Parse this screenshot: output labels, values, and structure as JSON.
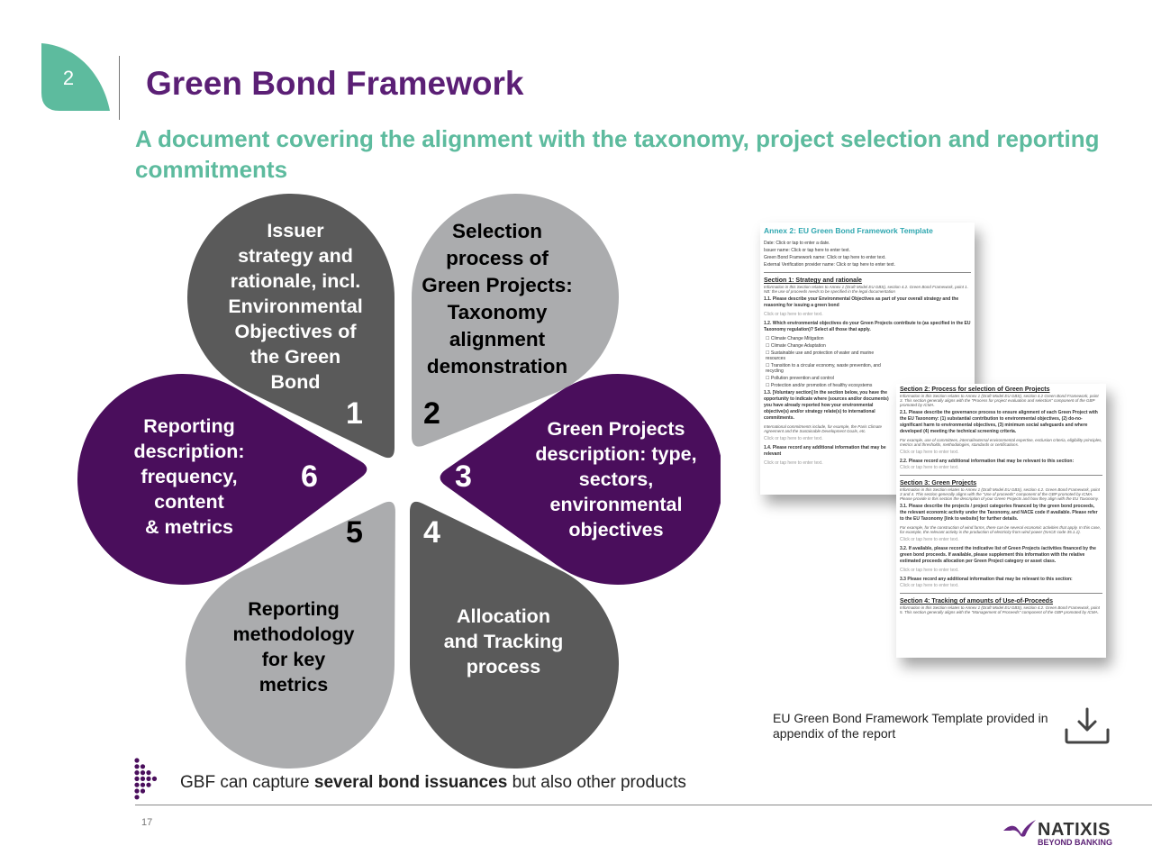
{
  "header": {
    "section_number": "2",
    "title": "Green Bond Framework",
    "subtitle": " A document covering the alignment with the taxonomy, project selection and reporting commitments"
  },
  "colors": {
    "green": "#5dbb9e",
    "purple": "#4a0e5c",
    "title_purple": "#5b1f75",
    "dark_grey": "#5a5a5a",
    "light_grey": "#abacae"
  },
  "petals": [
    {
      "number": "1",
      "text": "Issuer strategy and rationale, incl. Environmental Objectives of the Green Bond",
      "fill": "#5a5a5a",
      "text_color": "#ffffff"
    },
    {
      "number": "2",
      "text": "Selection process of Green Projects: Taxonomy alignment demonstration",
      "fill": "#abacae",
      "text_color": "#000000"
    },
    {
      "number": "3",
      "text": "Green Projects description: type, sectors, environmental objectives",
      "fill": "#4a0e5c",
      "text_color": "#ffffff"
    },
    {
      "number": "4",
      "text": "Allocation and Tracking process",
      "fill": "#5a5a5a",
      "text_color": "#ffffff"
    },
    {
      "number": "5",
      "text": "Reporting methodology for key metrics",
      "fill": "#abacae",
      "text_color": "#000000"
    },
    {
      "number": "6",
      "text": "Reporting description: frequency, content & metrics",
      "fill": "#4a0e5c",
      "text_color": "#ffffff"
    }
  ],
  "petal_lines": {
    "p1": [
      "Issuer",
      "strategy and",
      "rationale, incl.",
      "Environmental",
      "Objectives of",
      "the Green",
      "Bond"
    ],
    "p2": [
      "Selection",
      "process of",
      "Green Projects:",
      "Taxonomy",
      "alignment",
      "demonstration"
    ],
    "p3": [
      "Green Projects",
      "description: type,",
      "sectors,",
      "environmental",
      "objectives"
    ],
    "p4": [
      "Allocation",
      "and Tracking",
      "process"
    ],
    "p5": [
      "Reporting",
      "methodology",
      "for key",
      "metrics"
    ],
    "p6": [
      "Reporting",
      "description:",
      "frequency,",
      "content",
      "& metrics"
    ]
  },
  "doc1": {
    "heading": "Annex 2: EU Green Bond Framework Template",
    "fields": [
      "Date: Click or tap to enter a date.",
      "Issuer name: Click or tap here to enter text.",
      "Green Bond Framework name: Click or tap here to enter text.",
      "External Verification provider name: Click or tap here to enter text."
    ],
    "section": "Section 1: Strategy and rationale",
    "section_note": "Information in this Section relates to Annex 1 (Draft Model EU GBS), section 4.2. Green Bond Framework, point 1. NB: the use of proceeds needs to be specified in the legal documentation",
    "q1": "1.1. Please describe your Environmental Objectives as part of your overall strategy and the reasoning for issuing a green bond",
    "placeholder": "Click or tap here to enter text.",
    "q2": "1.2. Which environmental objectives do your Green Projects contribute to (as specified in the EU Taxonomy regulation)? Select all those that apply.",
    "checkboxes": [
      "Climate Change Mitigation",
      "Climate Change Adaptation",
      "Sustainable use and protection of water and marine resources",
      "Transition to a circular economy, waste prevention, and recycling",
      "Pollution prevention and control",
      "Protection and/or promotion of healthy ecosystems"
    ],
    "q3": "1.3. [Voluntary section] In the section below, you have the opportunity to indicate where (sources and/or documents) you have already reported how your environmental objective(s) and/or strategy relate(s) to international commitments.",
    "q3_note": "International commitments include, for example, the Paris Climate Agreement and the Sustainable Development Goals, etc.",
    "q4": "1.4. Please record any additional information that may be relevant"
  },
  "doc2": {
    "section2": "Section 2: Process for selection of Green Projects",
    "section2_note": "Information in this Section relates to Annex 1 (Draft Model EU GBS), section 4.2 Green Bond Framework, point 3. This section generally aligns with the \"Process for project evaluation and selection\" component of the GBP promoted by ICMA.",
    "q21": "2.1. Please describe the governance process to ensure alignment of each Green Project with the EU Taxonomy: (1) substantial contribution to environmental objectives, (2) do-no-significant harm to environmental objectives, (3) minimum social safeguards and where developed (4) meeting the technical screening criteria.",
    "q21_note": "For example, use of committees, internal/external environmental expertise, exclusion criteria, eligibility principles, metrics and thresholds, methodologies, standards or certifications.",
    "placeholder": "Click or tap here to enter text.",
    "q22": "2.2. Please record any additional information that may be relevant to this section:",
    "section3": "Section 3: Green Projects",
    "section3_note": "Information in this Section relates to Annex 1 (Draft Model EU GBS), section 4.2. Green Bond Framework, point 3 and 4. This section generally aligns with the \"Use of proceeds\" component of the GBP promoted by ICMA. Please provide in this section the description of your Green Projects and how they align with the EU Taxonomy.",
    "q31": "3.1. Please describe the projects / project categories financed by the green bond proceeds, the relevant economic activity under the Taxonomy, and NACE code if available. Please refer to the EU Taxonomy [link to website] for further details.",
    "q31_note": "For example, for the construction of wind farms, there can be several economic activities that apply. In this case, for example, the relevant activity is the production of electricity from wind power (NACE code 35.1.1).",
    "q32": "3.2. If available, please record the indicative list of Green Projects /activities financed by the green bond proceeds. If available, please supplement this information with the relative estimated proceeds allocation per Green Project category or asset class.",
    "q33": "3.3 Please record any additional information that may be relevant to this section:",
    "section4": "Section 4: Tracking of amounts of Use-of-Proceeds",
    "section4_note": "Information in this Section relates to Annex 1 (Draft Model EU GBS), section 4.2. Green Bond Framework, point 5. This section generally aligns with the \"Management of Proceeds\" component of the GBP promoted by ICMA."
  },
  "caption": {
    "text": "EU Green Bond Framework Template provided in appendix of the report",
    "icon": "download-icon"
  },
  "footer": {
    "note_prefix": "GBF can capture ",
    "note_bold": "several bond issuances",
    "note_suffix": " but also other products",
    "page_number": "17",
    "brand_name": "NATIXIS",
    "brand_tagline": "BEYOND BANKING"
  }
}
